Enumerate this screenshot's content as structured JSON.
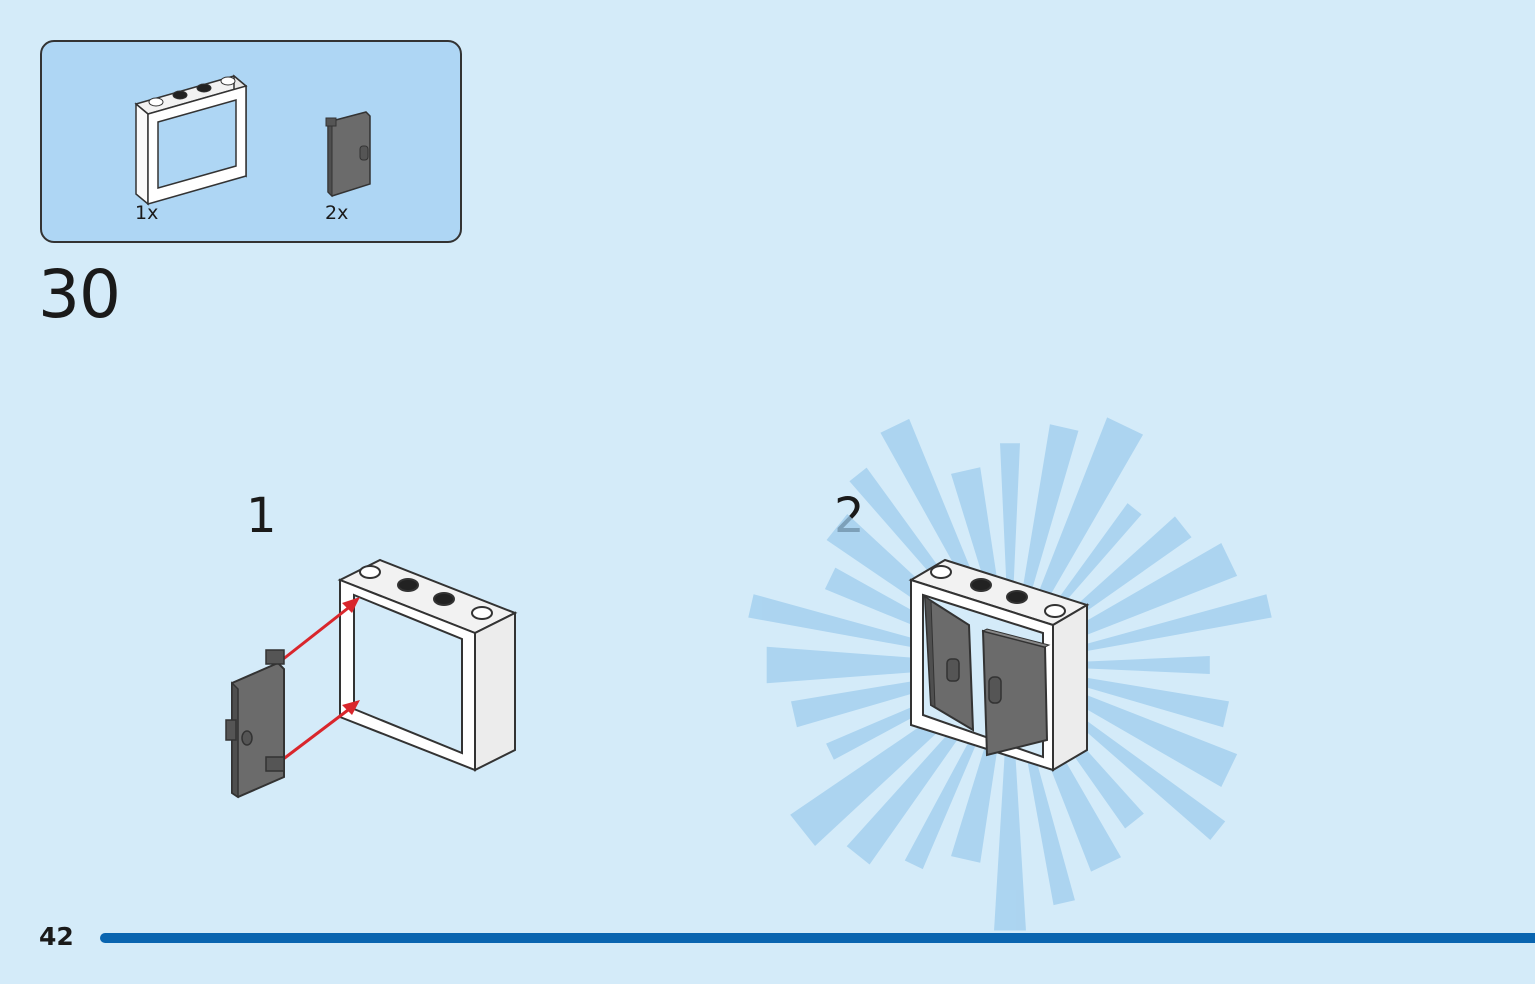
{
  "parts_callout": {
    "items": [
      {
        "part": "window-frame",
        "quantity": "1x"
      },
      {
        "part": "window-shutter",
        "quantity": "2x"
      }
    ]
  },
  "step_number": "30",
  "sub_steps": [
    {
      "number": "1"
    },
    {
      "number": "2"
    }
  ],
  "page_number": "42",
  "colors": {
    "background": "#d4ebf9",
    "callout_background": "#aed6f4",
    "progress_line": "#0a65b0",
    "arrow": "#d9262c",
    "shutter": "#6b6b6b",
    "frame": "#ffffff",
    "burst": "#9fcdee"
  },
  "icons": [
    "window-frame-icon",
    "window-shutter-icon",
    "red-arrow-icon",
    "highlight-burst-icon"
  ]
}
